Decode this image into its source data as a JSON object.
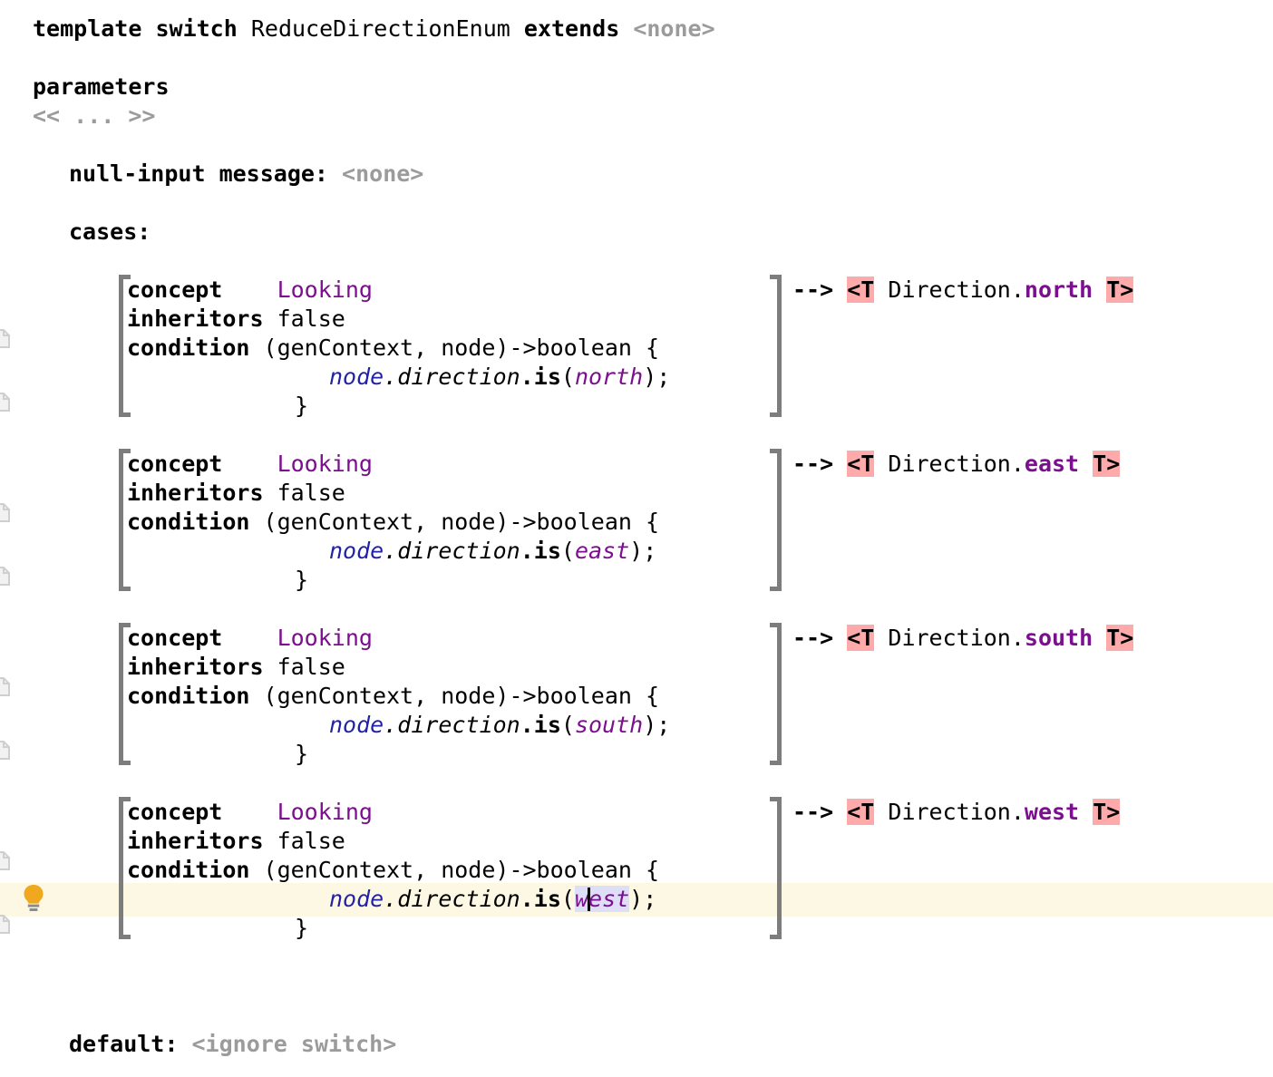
{
  "header": {
    "template_kw": "template switch",
    "name": "ReduceDirectionEnum",
    "extends_kw": "extends",
    "extends_value": "<none>"
  },
  "parameters": {
    "label": "parameters",
    "value": "<< ... >>"
  },
  "null_input": {
    "label": "null-input message:",
    "value": "<none>"
  },
  "cases_label": "cases:",
  "cases": [
    {
      "concept_label": "concept",
      "concept_value": "Looking",
      "inheritors_label": "inheritors",
      "inheritors_value": "false",
      "condition_label": "condition",
      "condition_signature": "(genContext, node)->boolean {",
      "body_receiver": "node",
      "body_property": ".direction",
      "body_method": ".is",
      "body_open": "(",
      "body_arg": "north",
      "body_close": ");",
      "body_end": "}",
      "arrow": "-->",
      "tag_open": "<T",
      "output_prefix": "Direction.",
      "output_value": "north",
      "tag_close": "T>"
    },
    {
      "concept_label": "concept",
      "concept_value": "Looking",
      "inheritors_label": "inheritors",
      "inheritors_value": "false",
      "condition_label": "condition",
      "condition_signature": "(genContext, node)->boolean {",
      "body_receiver": "node",
      "body_property": ".direction",
      "body_method": ".is",
      "body_open": "(",
      "body_arg": "east",
      "body_close": ");",
      "body_end": "}",
      "arrow": "-->",
      "tag_open": "<T",
      "output_prefix": "Direction.",
      "output_value": "east",
      "tag_close": "T>"
    },
    {
      "concept_label": "concept",
      "concept_value": "Looking",
      "inheritors_label": "inheritors",
      "inheritors_value": "false",
      "condition_label": "condition",
      "condition_signature": "(genContext, node)->boolean {",
      "body_receiver": "node",
      "body_property": ".direction",
      "body_method": ".is",
      "body_open": "(",
      "body_arg": "south",
      "body_close": ");",
      "body_end": "}",
      "arrow": "-->",
      "tag_open": "<T",
      "output_prefix": "Direction.",
      "output_value": "south",
      "tag_close": "T>"
    },
    {
      "concept_label": "concept",
      "concept_value": "Looking",
      "inheritors_label": "inheritors",
      "inheritors_value": "false",
      "condition_label": "condition",
      "condition_signature": "(genContext, node)->boolean {",
      "body_receiver": "node",
      "body_property": ".direction",
      "body_method": ".is",
      "body_open": "(",
      "body_arg_before_caret": "w",
      "body_arg_after_caret": "est",
      "body_close": ");",
      "body_end": "}",
      "arrow": "-->",
      "tag_open": "<T",
      "output_prefix": "Direction.",
      "output_value": "west",
      "tag_close": "T>"
    }
  ],
  "default_case": {
    "label": "default:",
    "value": "<ignore switch>"
  },
  "colors": {
    "accent_purple": "#7c0f8f",
    "node_blue": "#2222a8",
    "placeholder_gray": "#9b9b9b",
    "error_highlight": "#ffaaaa",
    "selection": "#dedef7",
    "caret_line": "#fdf8e3",
    "bracket_gray": "#7d7d7d",
    "bulb_amber": "#f0a81e"
  },
  "gutter": {
    "icon_name": "node-document-icon",
    "count": 8
  },
  "intention_bulb": {
    "icon_name": "lightbulb-icon"
  }
}
